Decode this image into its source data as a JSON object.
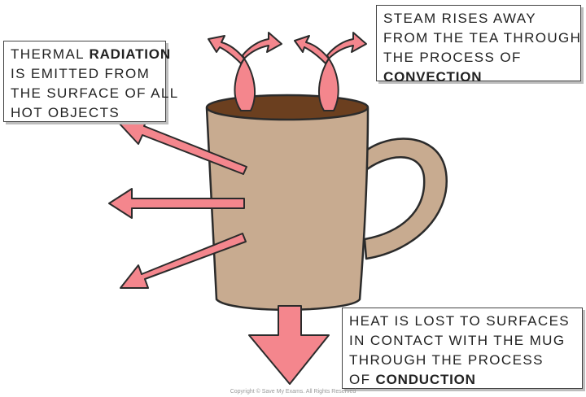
{
  "labels": {
    "radiation": {
      "lines": [
        "THERMAL ",
        "IS EMITTED FROM",
        "THE SURFACE OF ALL",
        "HOT OBJECTS"
      ],
      "keyword": "RADIATION"
    },
    "convection": {
      "lines": [
        "STEAM RISES AWAY",
        "FROM THE TEA THROUGH",
        "THE PROCESS OF"
      ],
      "keyword": "CONVECTION"
    },
    "conduction": {
      "lines": [
        "HEAT IS LOST TO SURFACES",
        "IN CONTACT WITH THE MUG",
        "THROUGH THE PROCESS",
        "OF "
      ],
      "keyword": "CONDUCTION"
    }
  },
  "copyright": "Copyright © Save My Exams. All Rights Reserved",
  "colors": {
    "mug": "#c8ab90",
    "tea": "#6b3f1f",
    "arrow": "#f4868d",
    "outline": "#2b2b2b"
  }
}
